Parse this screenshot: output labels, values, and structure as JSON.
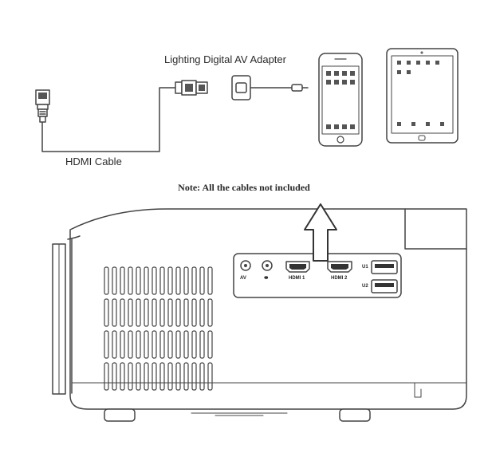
{
  "labels": {
    "adapter": "Lighting Digital AV Adapter",
    "cable": "HDMI Cable",
    "note": "Note: All the cables not included"
  },
  "ports": {
    "av": "AV",
    "hdmi1": "HDMI 1",
    "hdmi2": "HDMI 2",
    "usb1": "U1",
    "usb2": "U2"
  },
  "icons": {
    "headphone": "headphone-icon",
    "home_button": "home-button-icon",
    "arrow": "up-arrow-icon"
  }
}
